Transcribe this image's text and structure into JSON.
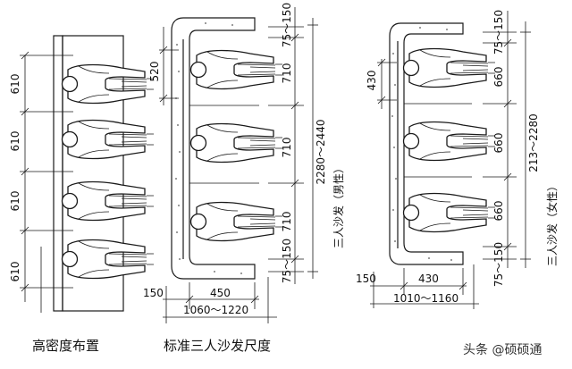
{
  "high_density": {
    "caption": "高密度布置",
    "spacings": [
      "610",
      "610",
      "610",
      "610"
    ]
  },
  "standard_male": {
    "caption": "标准三人沙发尺度",
    "back_depth": "520",
    "end_gaps": [
      "75～150",
      "75～150"
    ],
    "seat_widths": [
      "710",
      "710",
      "710"
    ],
    "total_length": "2280～2440",
    "vertical_label": "三人沙发（男性）",
    "arm": "150",
    "seat_depth": "450",
    "overall_depth": "1060～1220"
  },
  "standard_female": {
    "back_depth": "430",
    "end_gaps": [
      "75～150",
      "75～150"
    ],
    "seat_widths": [
      "660",
      "660",
      "660"
    ],
    "total_length": "213～2280",
    "vertical_label": "三人沙发（女性）",
    "arm": "150",
    "seat_depth": "430",
    "overall_depth": "1010～1160"
  },
  "watermark": "头条 @硕硕通"
}
